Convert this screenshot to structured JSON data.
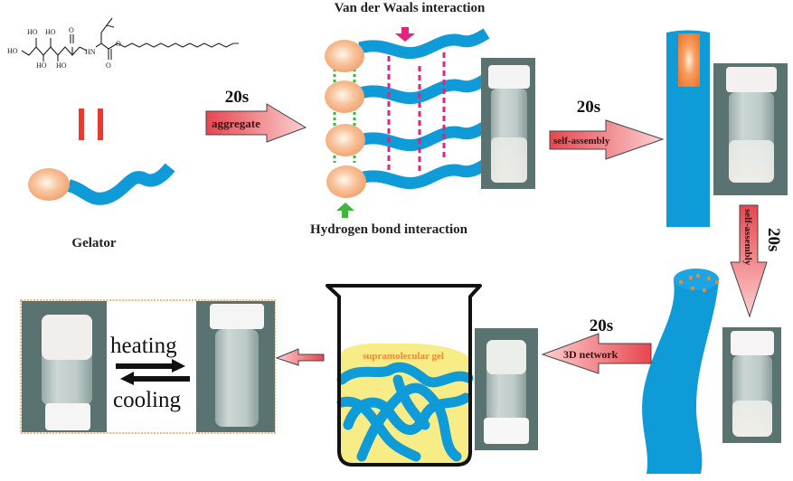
{
  "molecule": {
    "name": "gelator-structure",
    "atom_labels": [
      "HO",
      "HO",
      "HO",
      "O",
      "HO",
      "HO",
      "HN",
      "O",
      "O"
    ]
  },
  "equals_sign": "||",
  "gelator_label": "Gelator",
  "steps": [
    {
      "time": "20s",
      "label": "aggregate",
      "direction": "right"
    },
    {
      "time": "20s",
      "label": "self-assembly",
      "direction": "right"
    },
    {
      "time": "20s",
      "label": "self-assembly",
      "direction": "down"
    },
    {
      "time": "20s",
      "label": "3D network",
      "direction": "left"
    },
    {
      "time": "",
      "label": "",
      "direction": "left"
    }
  ],
  "interactions": {
    "top": "Van der Waals interaction",
    "bottom": "Hydrogen bond interaction"
  },
  "beaker_label": "supramolecular gel",
  "reversible": {
    "forward": "heating",
    "backward": "cooling"
  },
  "colors": {
    "tail_blue": "#0f9ad8",
    "head_orange": "#f4b183",
    "vdw_pink": "#e4237f",
    "hbond_green": "#3fb53f",
    "arrow_fill_dark": "#e8464f",
    "arrow_fill_light": "#f9c0c0",
    "gel_yellow": "#f7ec86",
    "equals_red": "#e83a2e",
    "photo_bg": "#5b7370"
  }
}
